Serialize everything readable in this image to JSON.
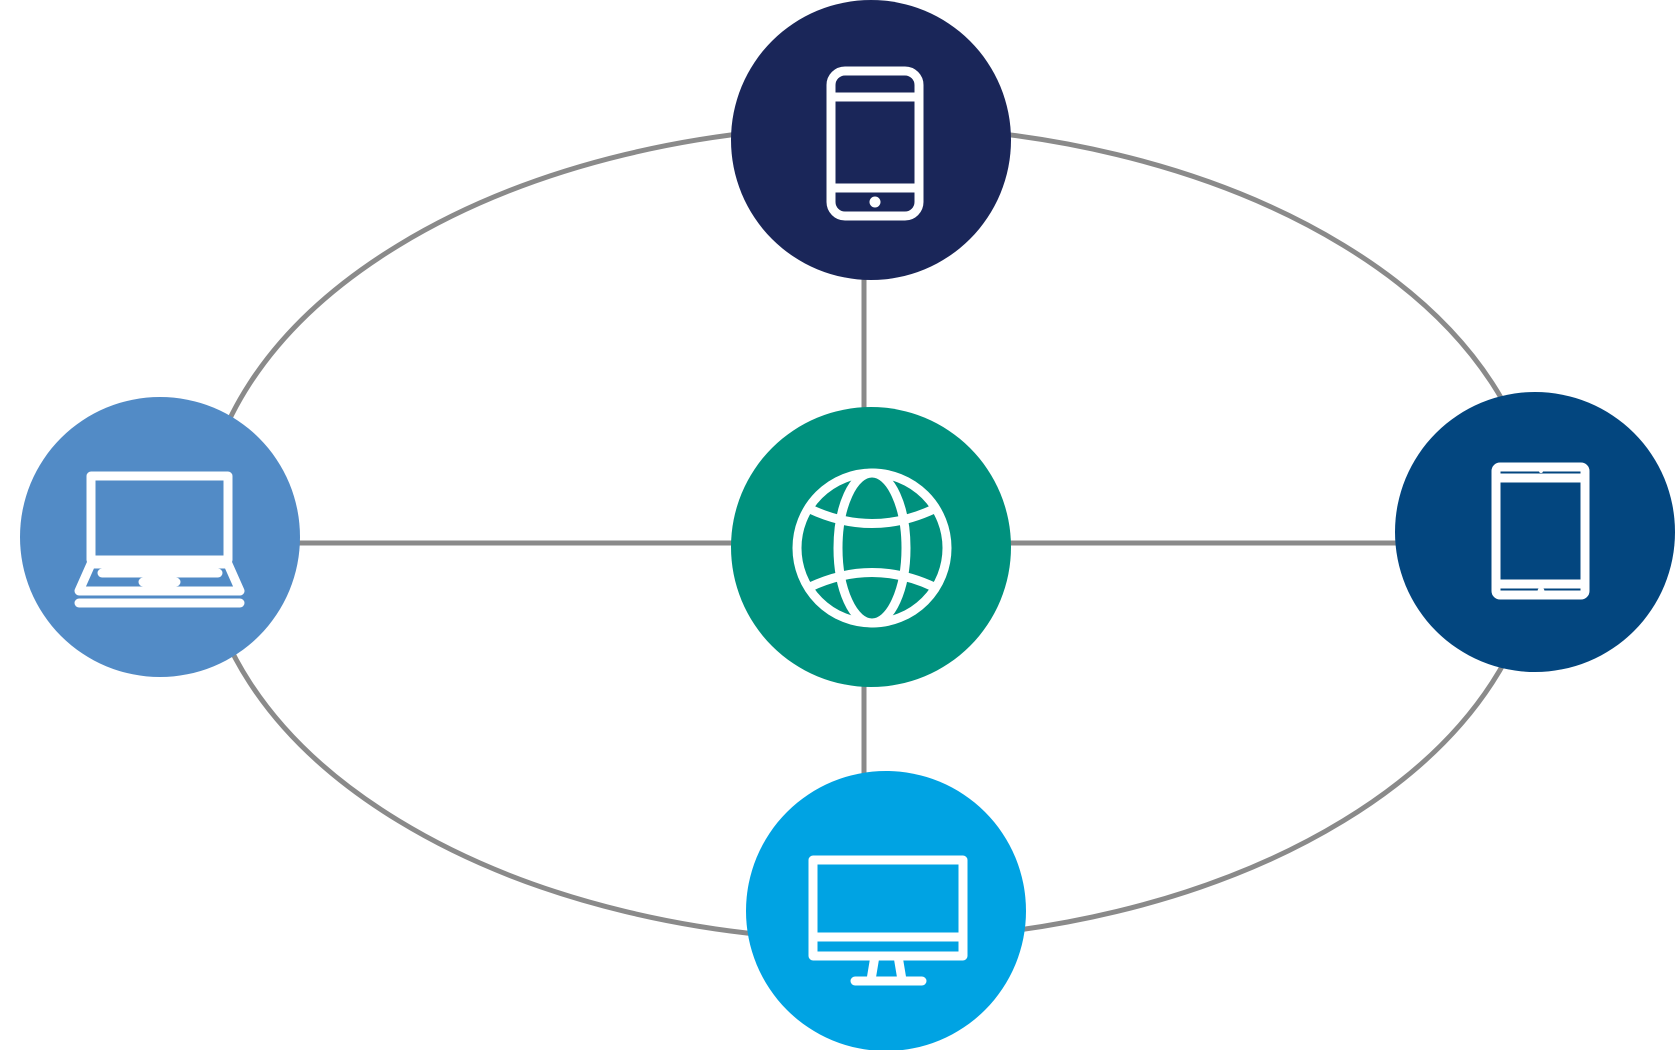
{
  "diagram": {
    "connection_color": "#8a8a8a",
    "nodes": [
      {
        "id": "globe",
        "icon": "globe-icon",
        "role": "center",
        "color": "#00917e"
      },
      {
        "id": "smartphone",
        "icon": "smartphone-icon",
        "role": "top",
        "color": "#1a2659"
      },
      {
        "id": "laptop",
        "icon": "laptop-icon",
        "role": "left",
        "color": "#528bc6"
      },
      {
        "id": "tablet",
        "icon": "tablet-icon",
        "role": "right",
        "color": "#03467f"
      },
      {
        "id": "desktop",
        "icon": "desktop-monitor-icon",
        "role": "bottom",
        "color": "#00a3e3"
      }
    ],
    "links": [
      {
        "from": "globe",
        "to": "smartphone"
      },
      {
        "from": "globe",
        "to": "laptop"
      },
      {
        "from": "globe",
        "to": "tablet"
      },
      {
        "from": "globe",
        "to": "desktop"
      }
    ],
    "ring": [
      "smartphone",
      "tablet",
      "desktop",
      "laptop"
    ]
  }
}
